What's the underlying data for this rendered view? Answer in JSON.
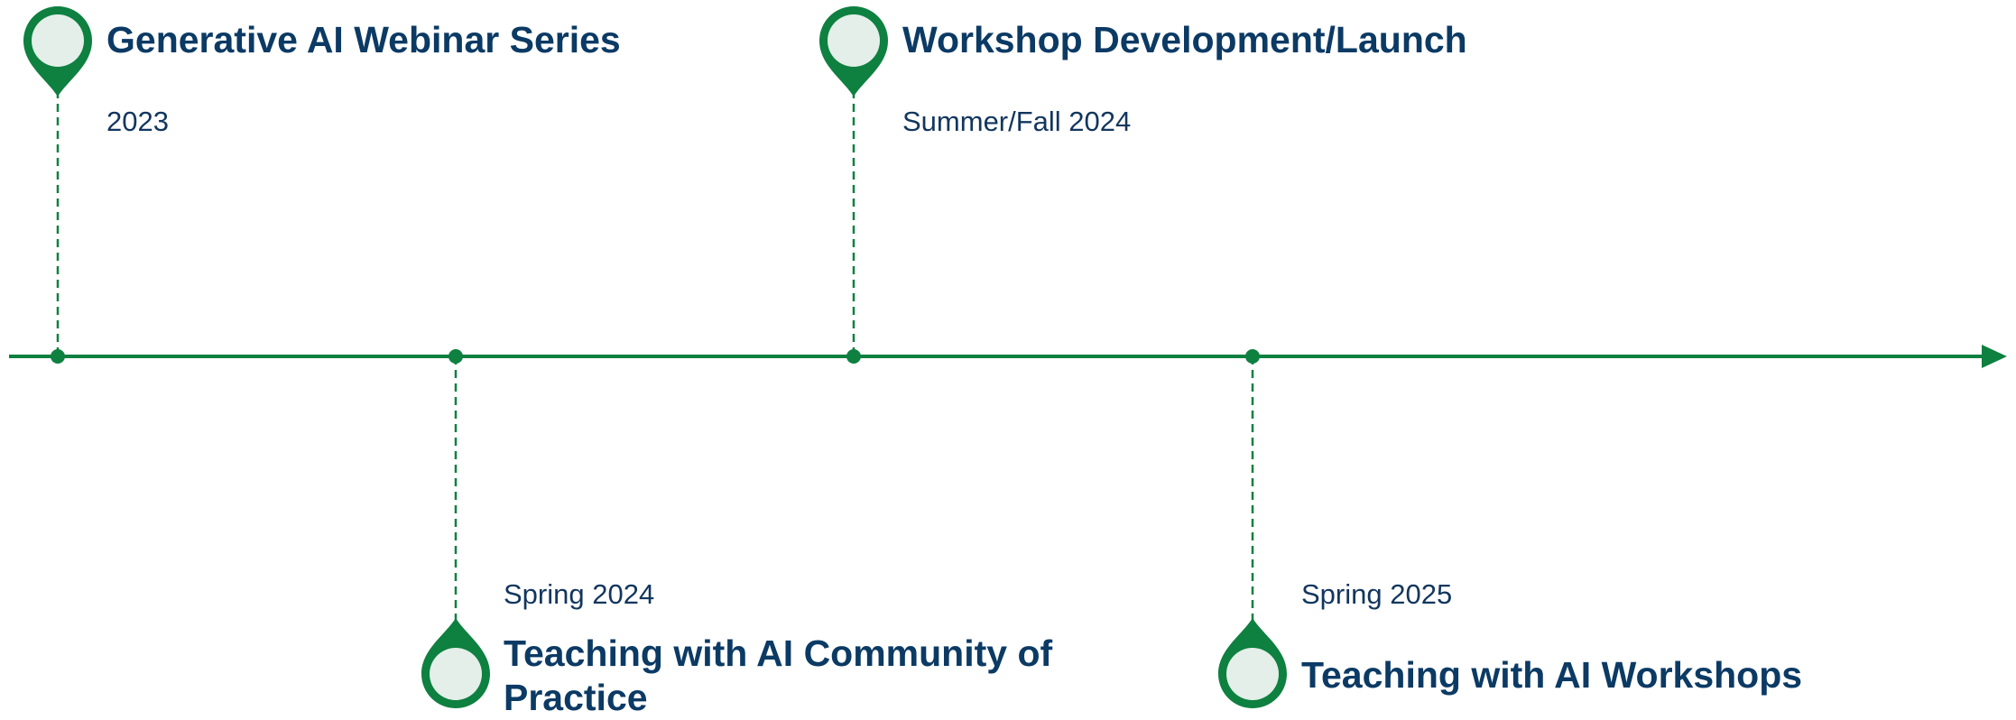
{
  "colors": {
    "primary_green": "#0e8040",
    "pin_fill": "#e3efe8",
    "title_navy": "#0b3a64",
    "date_navy": "#12365e"
  },
  "timeline": {
    "events": [
      {
        "title": "Generative AI Webinar Series",
        "date": "2023",
        "side": "above",
        "icon": "map-pin-icon"
      },
      {
        "title": "Teaching with AI Community of Practice",
        "date": "Spring 2024",
        "side": "below",
        "icon": "map-pin-icon"
      },
      {
        "title": "Workshop Development/Launch",
        "date": "Summer/Fall 2024",
        "side": "above",
        "icon": "map-pin-icon"
      },
      {
        "title": "Teaching with AI Workshops",
        "date": "Spring 2025",
        "side": "below",
        "icon": "map-pin-icon"
      }
    ]
  }
}
